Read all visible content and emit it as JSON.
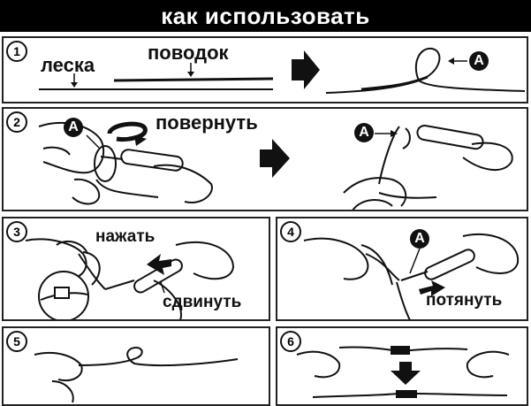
{
  "header": {
    "title": "как использовать"
  },
  "marker_label": "A",
  "steps": [
    {
      "number": "1",
      "labels": {
        "line": "леска",
        "leader": "поводок"
      }
    },
    {
      "number": "2",
      "labels": {
        "action": "повернуть"
      }
    },
    {
      "number": "3",
      "labels": {
        "press": "нажать",
        "slide": "сдвинуть"
      }
    },
    {
      "number": "4",
      "labels": {
        "pull": "потянуть"
      }
    },
    {
      "number": "5",
      "labels": {}
    },
    {
      "number": "6",
      "labels": {}
    }
  ]
}
